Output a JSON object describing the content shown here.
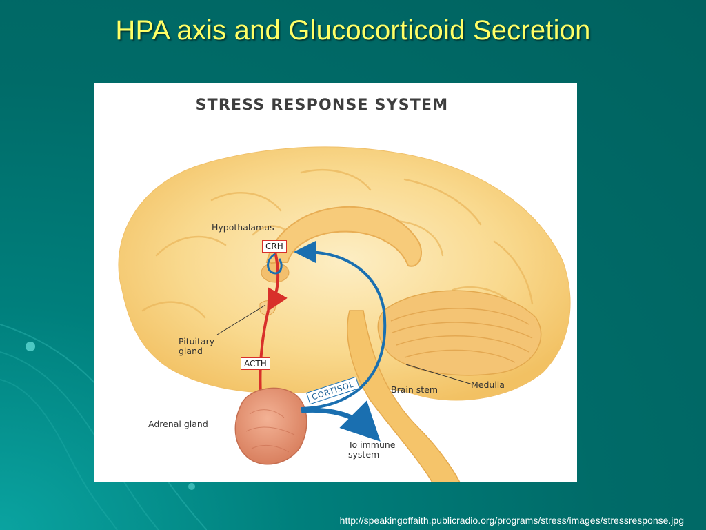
{
  "slide": {
    "title": "HPA axis and Glucocorticoid Secretion",
    "source_url": "http://speakingoffaith.publicradio.org/programs/stress/images/stressresponse.jpg"
  },
  "diagram": {
    "heading": "STRESS RESPONSE SYSTEM",
    "labels": {
      "hypothalamus": "Hypothalamus",
      "crh": "CRH",
      "pituitary_gland": "Pituitary gland",
      "acth": "ACTH",
      "cortisol": "CORTISOL",
      "brain_stem": "Brain stem",
      "medulla": "Medulla",
      "adrenal_gland": "Adrenal gland",
      "to_immune_system": "To immune system"
    },
    "colors": {
      "brain": "#f7cf77",
      "brain_light": "#fde9b6",
      "pathway_red": "#d8302a",
      "pathway_blue": "#1a6fb0",
      "adrenal": "#e79778"
    }
  }
}
